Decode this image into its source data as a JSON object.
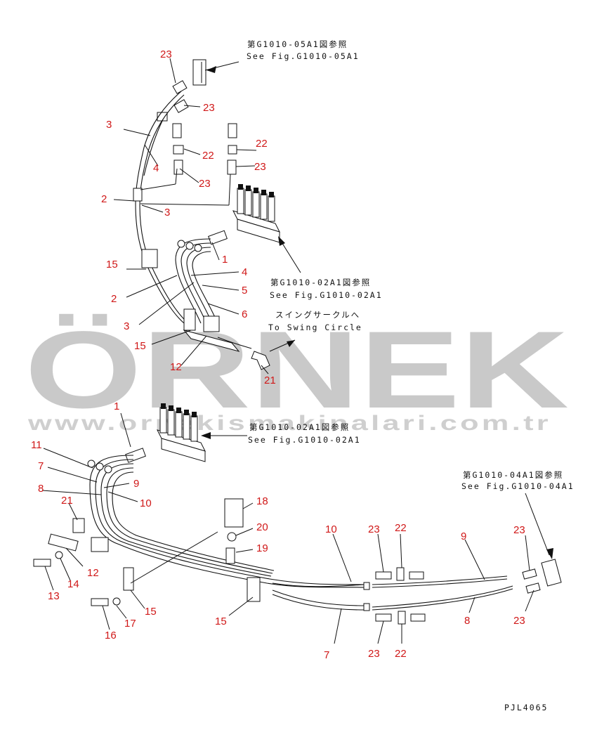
{
  "watermark": {
    "brand": "ÖRNEK",
    "url": "www.ornekismakinalari.com.tr",
    "accent_color": "#f5dd9a",
    "text_color": "#c9c9c9"
  },
  "references": {
    "g05a1_jp": "第G1010-05A1図参照",
    "g05a1_en": "See Fig.G1010-05A1",
    "g02a1_top_jp": "第G1010-02A1図参照",
    "g02a1_top_en": "See Fig.G1010-02A1",
    "swing_jp": "スイングサークルへ",
    "swing_en": "To Swing Circle",
    "g02a1_mid_jp": "第G1010-02A1図参照",
    "g02a1_mid_en": "See Fig.G1010-02A1",
    "g04a1_jp": "第G1010-04A1図参照",
    "g04a1_en": "See Fig.G1010-04A1"
  },
  "drawing_code": "PJL4065",
  "callouts": [
    "23",
    "23",
    "3",
    "22",
    "22",
    "4",
    "23",
    "23",
    "2",
    "3",
    "1",
    "15",
    "4",
    "2",
    "5",
    "3",
    "6",
    "15",
    "12",
    "21",
    "1",
    "11",
    "7",
    "9",
    "8",
    "10",
    "21",
    "18",
    "20",
    "12",
    "14",
    "13",
    "19",
    "15",
    "17",
    "16",
    "15",
    "10",
    "23",
    "22",
    "9",
    "23",
    "23",
    "8",
    "7",
    "23",
    "22"
  ]
}
